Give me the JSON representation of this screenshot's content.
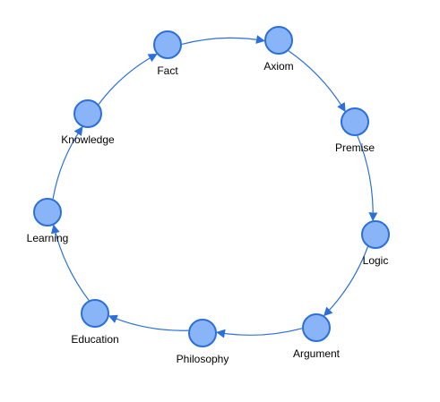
{
  "diagram": {
    "type": "cycle",
    "colors": {
      "node_fill": "#8ab4f8",
      "node_stroke": "#2a6fdb",
      "edge": "#2a6fdb",
      "label": "#000000"
    },
    "nodes": [
      {
        "id": "fact",
        "label": "Fact"
      },
      {
        "id": "axiom",
        "label": "Axiom"
      },
      {
        "id": "premise",
        "label": "Premise"
      },
      {
        "id": "logic",
        "label": "Logic"
      },
      {
        "id": "argument",
        "label": "Argument"
      },
      {
        "id": "philosophy",
        "label": "Philosophy"
      },
      {
        "id": "education",
        "label": "Education"
      },
      {
        "id": "learning",
        "label": "Learning"
      },
      {
        "id": "knowledge",
        "label": "Knowledge"
      }
    ],
    "edges": [
      {
        "from": "fact",
        "to": "axiom"
      },
      {
        "from": "axiom",
        "to": "premise"
      },
      {
        "from": "premise",
        "to": "logic"
      },
      {
        "from": "logic",
        "to": "argument"
      },
      {
        "from": "argument",
        "to": "philosophy"
      },
      {
        "from": "philosophy",
        "to": "education"
      },
      {
        "from": "education",
        "to": "learning"
      },
      {
        "from": "learning",
        "to": "knowledge"
      },
      {
        "from": "knowledge",
        "to": "fact"
      }
    ]
  }
}
